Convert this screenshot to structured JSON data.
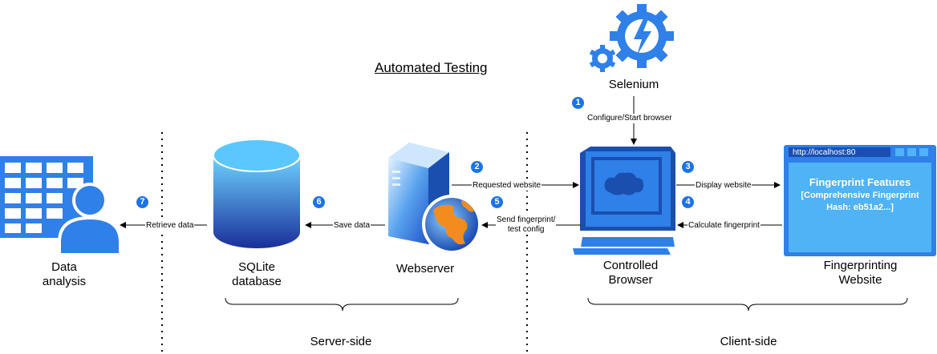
{
  "title": "Automated Testing",
  "nodes": {
    "selenium": "Selenium",
    "controlled_browser": [
      "Controlled",
      "Browser"
    ],
    "fingerprinting_website": [
      "Fingerprinting",
      "Website"
    ],
    "webserver": "Webserver",
    "sqlite": [
      "SQLite",
      "database"
    ],
    "data_analysis": [
      "Data",
      "analysis"
    ]
  },
  "steps": {
    "s1": {
      "number": "1",
      "label": "Configure/Start browser"
    },
    "s2": {
      "number": "2",
      "label": "Requested website"
    },
    "s3": {
      "number": "3",
      "label": "Display website"
    },
    "s4": {
      "number": "4",
      "label": "Calculate fingerprint"
    },
    "s5": {
      "number": "5",
      "label": [
        "Send fingerprint/",
        "test config"
      ]
    },
    "s6": {
      "number": "6",
      "label": "Save data"
    },
    "s7": {
      "number": "7",
      "label": "Retrieve data"
    }
  },
  "website_window": {
    "url": "http://localhost:80",
    "heading": "Fingerprint Features",
    "body": [
      "[Comprehensive Fingerprint",
      "Hash: eb51a2...]"
    ]
  },
  "groups": {
    "server_side": "Server-side",
    "client_side": "Client-side"
  },
  "colors": {
    "primary_blue": "#2f80e8",
    "dark_blue": "#1a4fb0",
    "light_blue": "#4fb3f5",
    "badge": "#1a73e8"
  },
  "icons": [
    "gear-icon",
    "monitor-icon",
    "server-icon",
    "globe-icon",
    "database-icon",
    "table-icon",
    "person-icon",
    "browser-window-icon"
  ]
}
